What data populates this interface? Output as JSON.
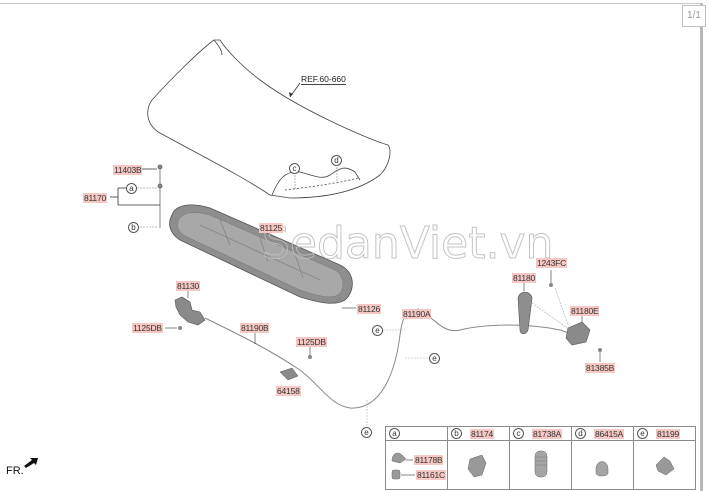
{
  "page_indicator": "1/1",
  "watermark": "SedanViet.vn",
  "reference": "REF.60-660",
  "front_indicator": "FR.",
  "callouts": {
    "p11403B": "11403B",
    "p81170": "81170",
    "p81125": "81125",
    "p81126": "81126",
    "p81130": "81130",
    "p1125DB_a": "1125DB",
    "p81190B": "81190B",
    "p1125DB_b": "1125DB",
    "p64158": "64158",
    "p81190A": "81190A",
    "p1243FC": "1243FC",
    "p81180": "81180",
    "p81180E": "81180E",
    "p81385B": "81385B"
  },
  "circle_refs": {
    "a": "a",
    "b": "b",
    "c": "c",
    "d": "d",
    "e": "e"
  },
  "legend": {
    "columns": [
      {
        "key": "a",
        "part": "",
        "sub_parts": [
          "81178B",
          "81161C"
        ]
      },
      {
        "key": "b",
        "part": "81174"
      },
      {
        "key": "c",
        "part": "81738A"
      },
      {
        "key": "d",
        "part": "86415A"
      },
      {
        "key": "e",
        "part": "81199"
      }
    ]
  },
  "colors": {
    "label_highlight": "#f6c8c4",
    "line": "#555555",
    "part_fill": "#9a9a9a"
  }
}
